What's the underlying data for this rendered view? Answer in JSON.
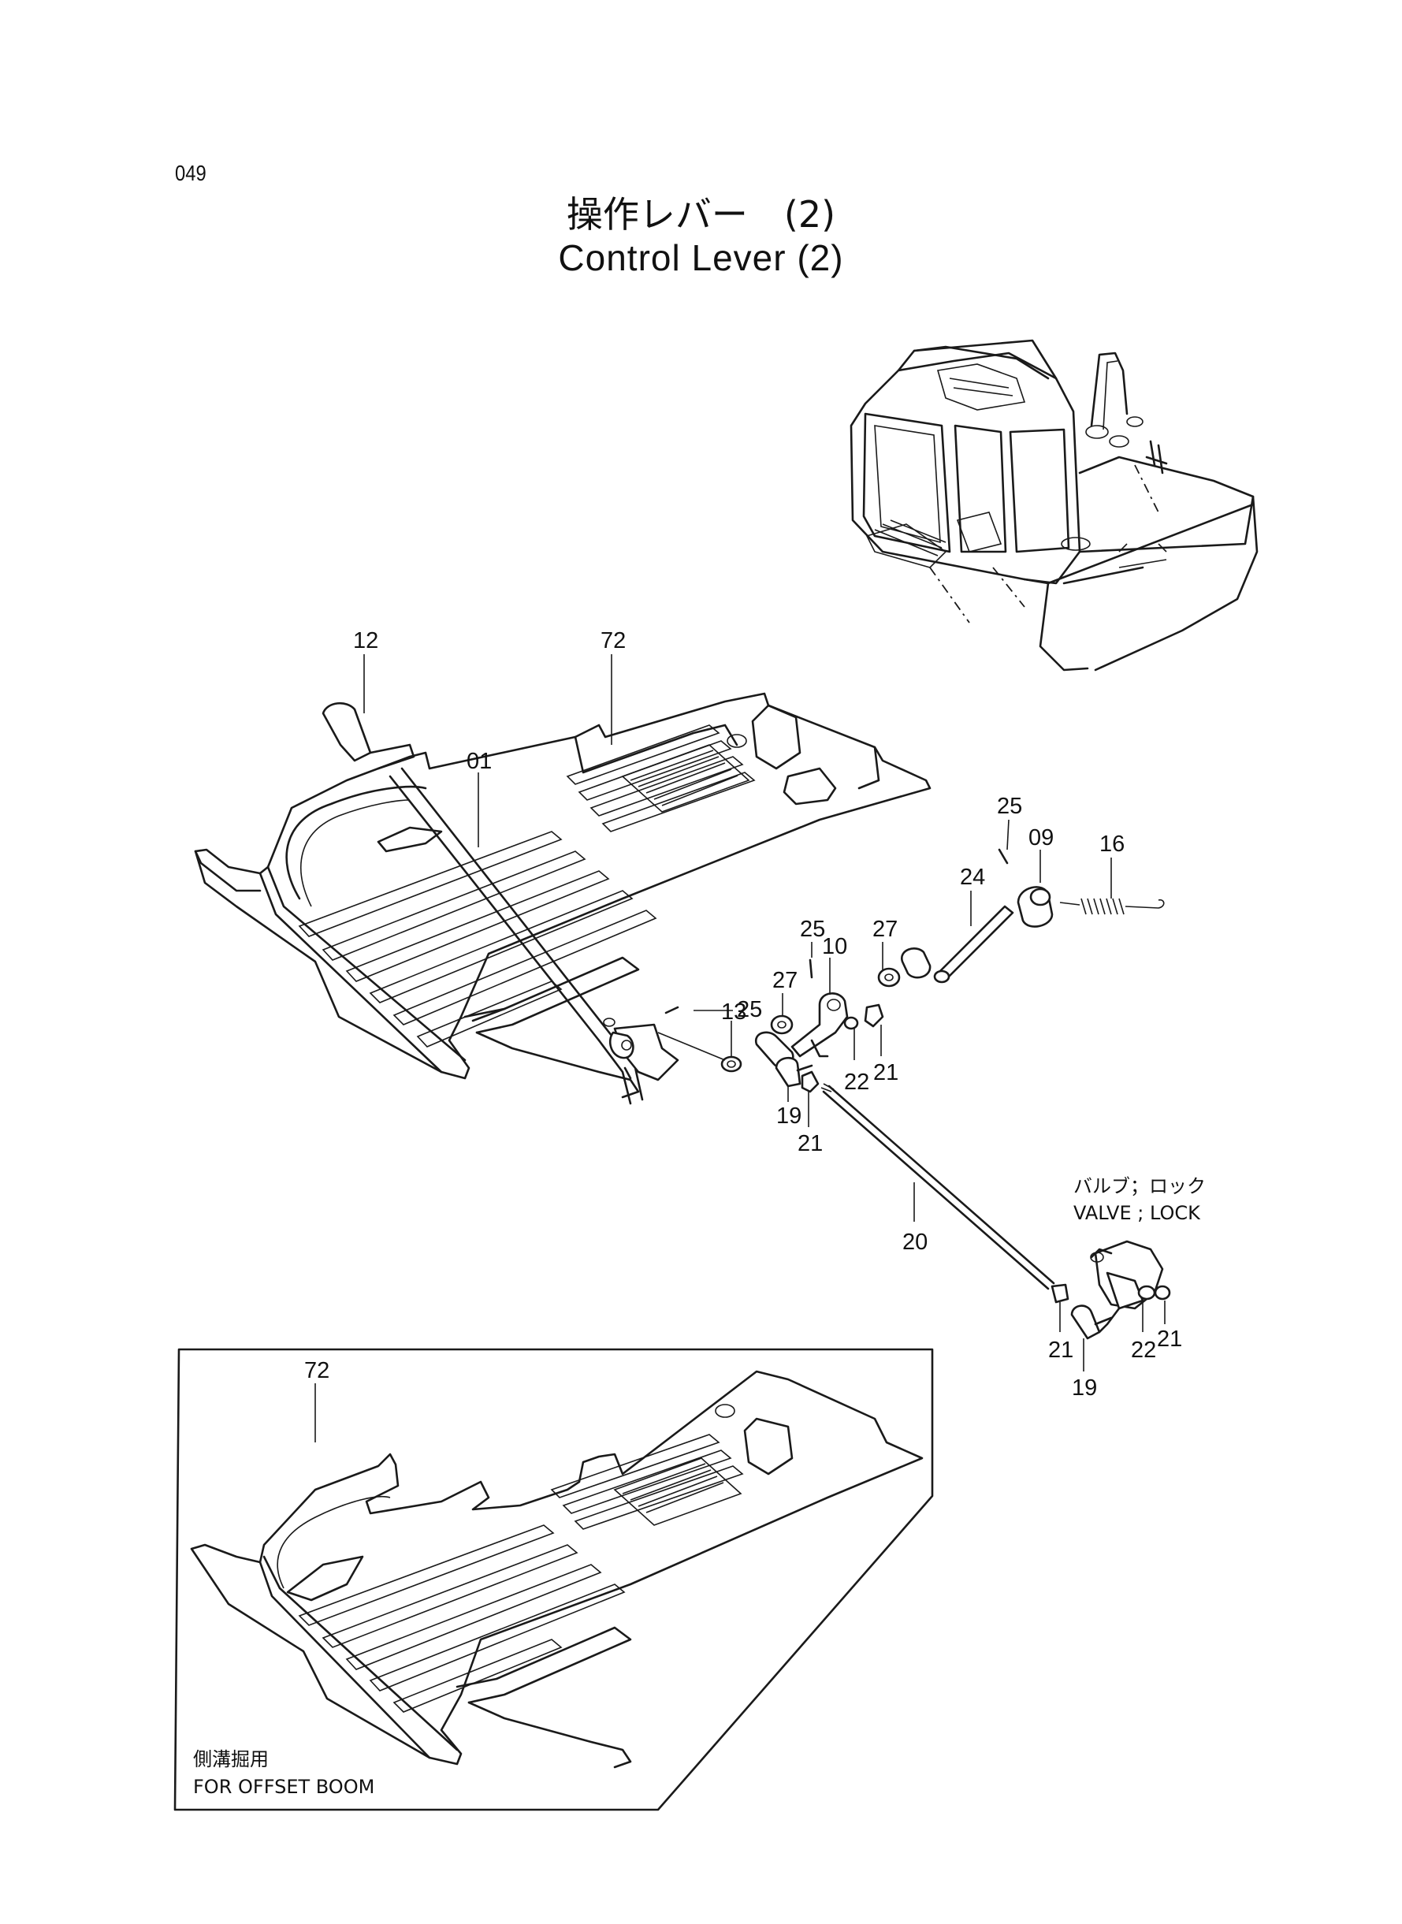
{
  "page": {
    "page_number": "049",
    "title_jp": "操作レバー　(2)",
    "title_en": "Control Lever (2)"
  },
  "part_labels": [
    {
      "id": "p12",
      "text": "12"
    },
    {
      "id": "p72",
      "text": "72"
    },
    {
      "id": "p01",
      "text": "01"
    },
    {
      "id": "p25a",
      "text": "25"
    },
    {
      "id": "p09",
      "text": "09"
    },
    {
      "id": "p16",
      "text": "16"
    },
    {
      "id": "p24",
      "text": "24"
    },
    {
      "id": "p25b",
      "text": "25"
    },
    {
      "id": "p10",
      "text": "10"
    },
    {
      "id": "p27a",
      "text": "27"
    },
    {
      "id": "p27b",
      "text": "27"
    },
    {
      "id": "p25c",
      "text": "25"
    },
    {
      "id": "p13",
      "text": "13"
    },
    {
      "id": "p22a",
      "text": "22"
    },
    {
      "id": "p21a",
      "text": "21"
    },
    {
      "id": "p19a",
      "text": "19"
    },
    {
      "id": "p21b",
      "text": "21"
    },
    {
      "id": "p20",
      "text": "20"
    },
    {
      "id": "p21c",
      "text": "21"
    },
    {
      "id": "p19b",
      "text": "19"
    },
    {
      "id": "p22b",
      "text": "22"
    },
    {
      "id": "p21d",
      "text": "21"
    },
    {
      "id": "p72b",
      "text": "72"
    }
  ],
  "notes": {
    "valve_jp": "バルブ；ロック",
    "valve_en": "VALVE ; LOCK",
    "inset_jp": "側溝掘用",
    "inset_en": "FOR OFFSET BOOM"
  },
  "icons": [
    "excavator-cab-icon",
    "floor-plate-icon",
    "control-lever-icon",
    "lock-valve-icon"
  ]
}
